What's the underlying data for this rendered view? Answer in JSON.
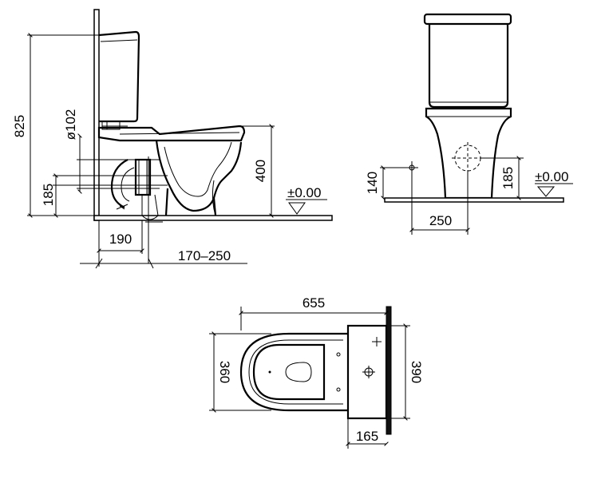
{
  "side_view": {
    "height_total": "825",
    "outlet_diameter": "ø102",
    "outlet_height": "185",
    "bowl_height": "400",
    "floor_level": "±0.00",
    "wall_to_outlet": "190",
    "outlet_range": "170–250"
  },
  "front_view": {
    "left_fixing_height": "140",
    "right_fixing_height": "185",
    "floor_level": "±0.00",
    "fixing_spacing": "250"
  },
  "top_view": {
    "depth": "655",
    "bowl_width": "360",
    "tank_width": "390",
    "tank_depth": "165"
  }
}
